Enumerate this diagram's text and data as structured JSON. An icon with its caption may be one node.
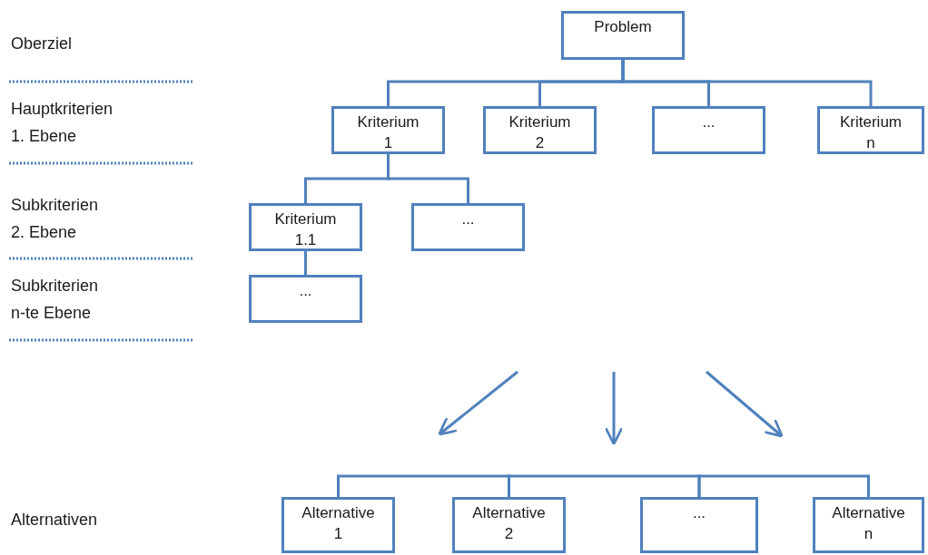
{
  "diagram": {
    "nodes": [
      {
        "text": [
          "Problem"
        ]
      },
      {
        "text": [
          "Kriterium 1"
        ]
      },
      {
        "text": [
          "Kriterium 2"
        ]
      },
      {
        "text": [
          "..."
        ]
      },
      {
        "text": [
          "Kriterium n"
        ]
      },
      {
        "text": [
          "Kriterium 1.1"
        ]
      },
      {
        "text": [
          "..."
        ]
      },
      {
        "text": [
          "..."
        ]
      },
      {
        "text": [
          "Alternative 1"
        ]
      },
      {
        "text": [
          "Alternative 2"
        ]
      },
      {
        "text": [
          "..."
        ]
      },
      {
        "text": [
          "Alternative n"
        ]
      }
    ],
    "edges": [
      {
        "from": 0,
        "to": 1,
        "arrow": "none"
      },
      {
        "from": 0,
        "to": 2,
        "arrow": "none"
      },
      {
        "from": 0,
        "to": 3,
        "arrow": "none"
      },
      {
        "from": 0,
        "to": 4,
        "arrow": "none"
      },
      {
        "from": 1,
        "to": 5,
        "arrow": "none"
      },
      {
        "from": 1,
        "to": 6,
        "arrow": "none"
      },
      {
        "from": 5,
        "to": 7,
        "arrow": "none"
      },
      {
        "from": 8,
        "to": 9,
        "arrow": "none"
      },
      {
        "from": 9,
        "to": 10,
        "arrow": "none"
      },
      {
        "from": 10,
        "to": 11,
        "arrow": "none"
      }
    ],
    "labels": [
      "Oberziel",
      "Hauptkriterien 1. Ebene",
      "Subkriterien 2. Ebene",
      "Subkriterien n-te Ebene",
      "Alternativen"
    ]
  }
}
